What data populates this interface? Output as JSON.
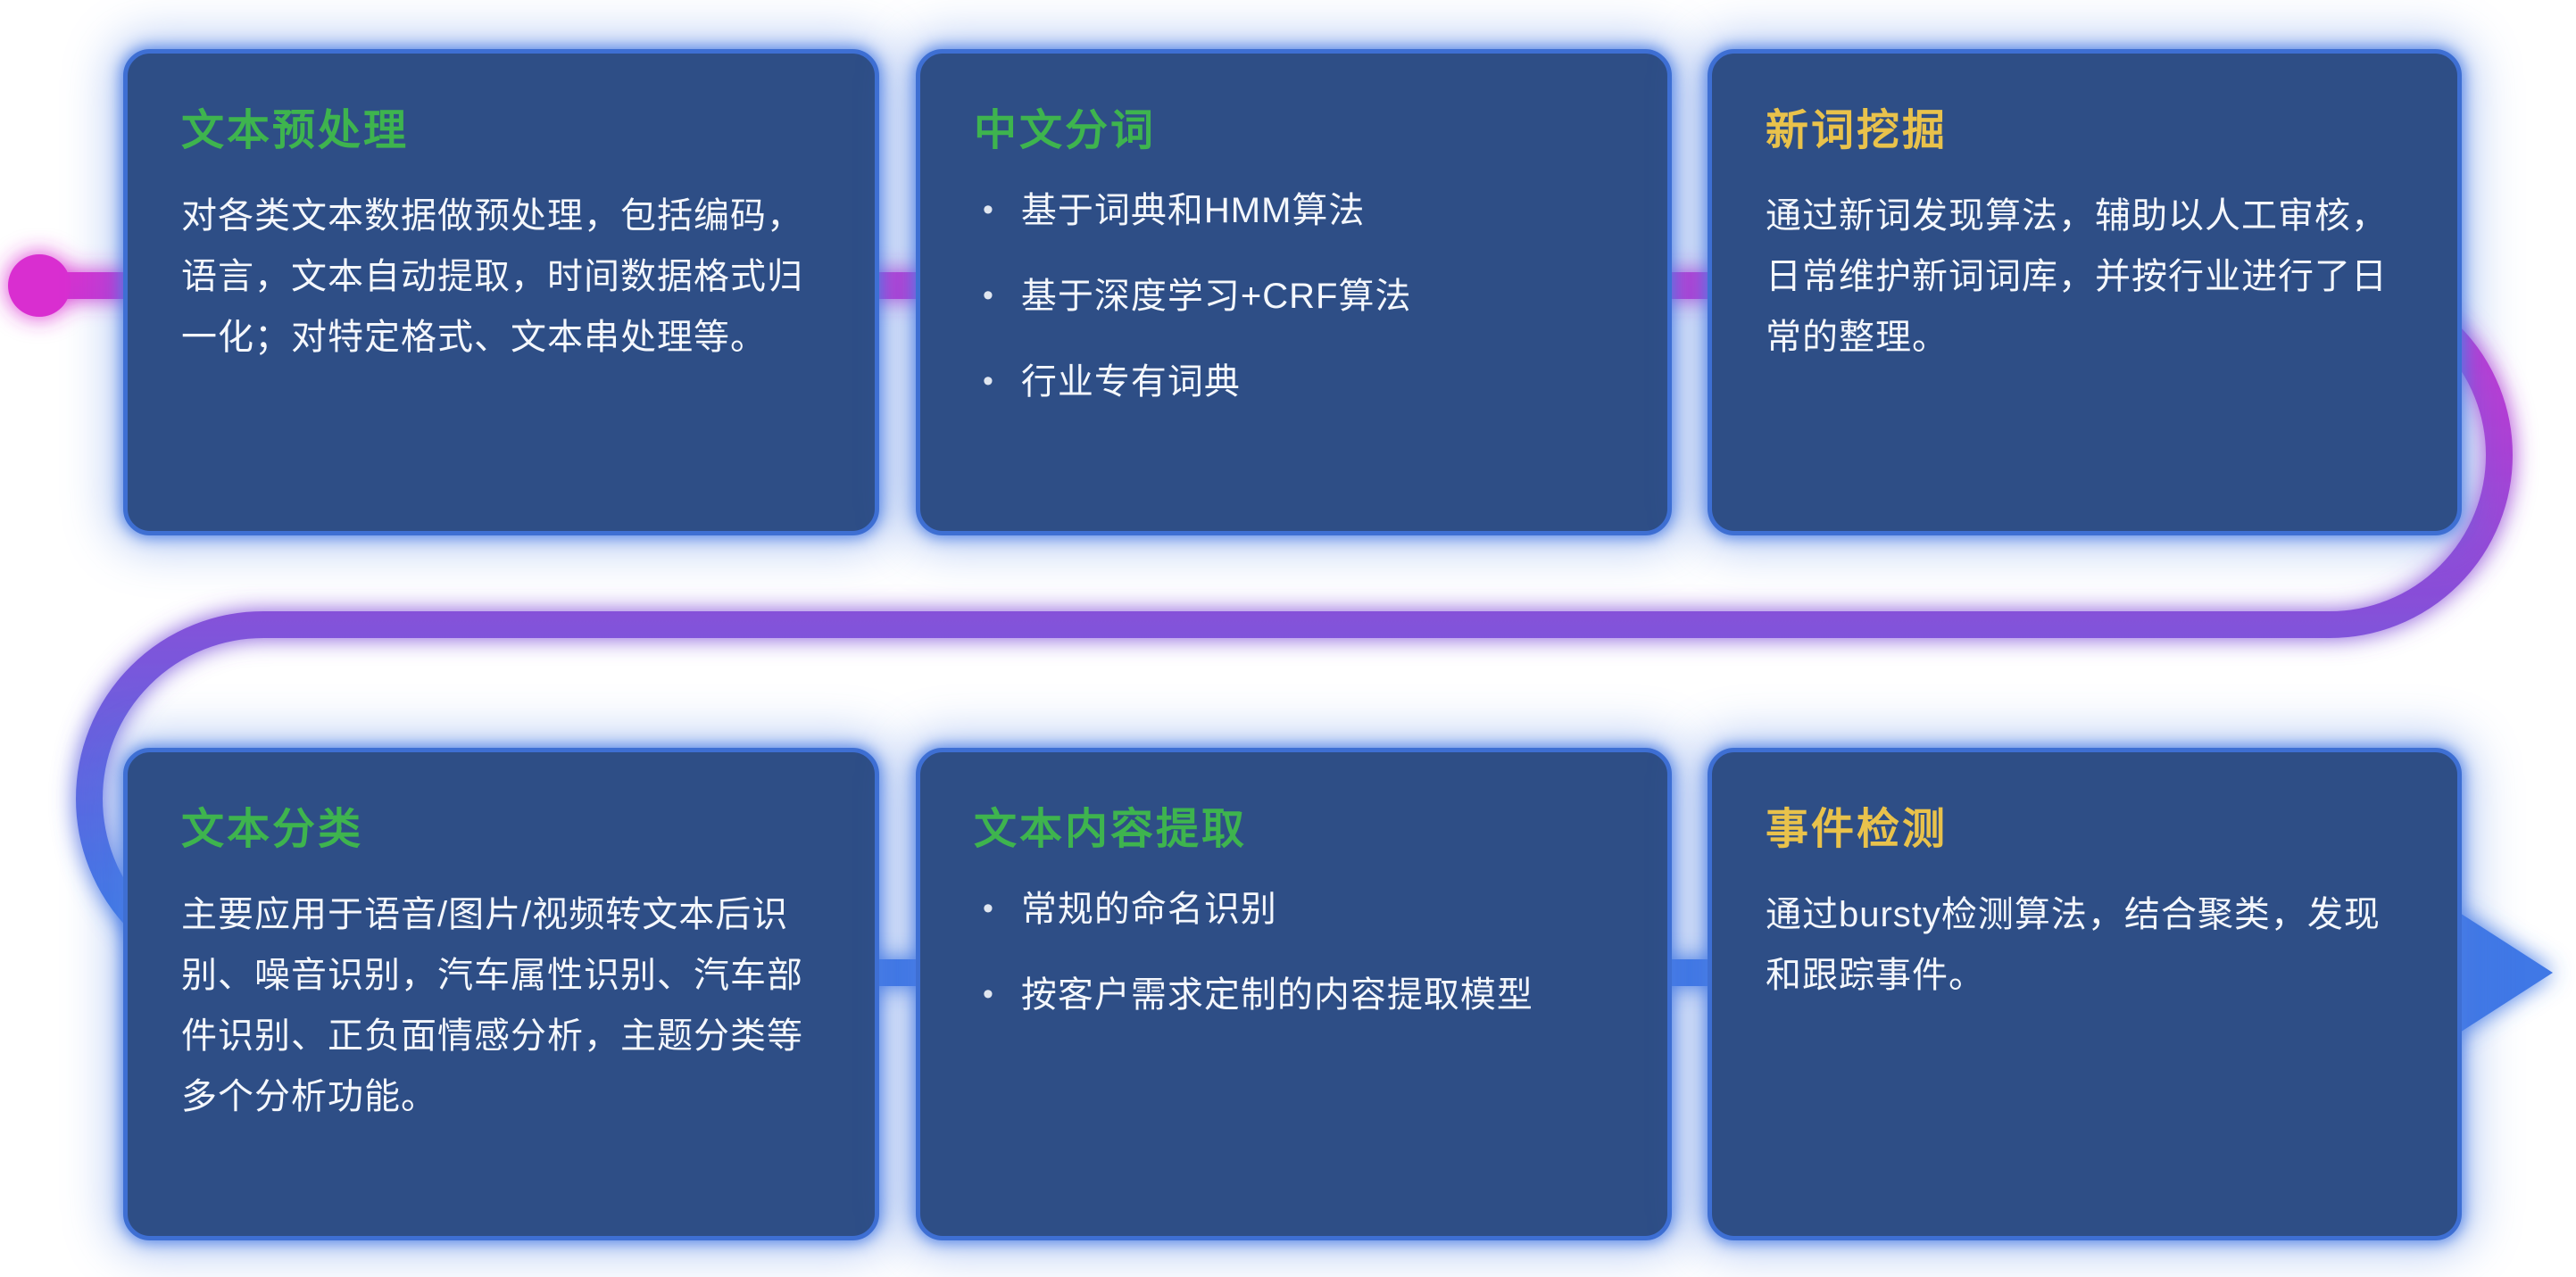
{
  "colors": {
    "card_bg": "#2e4e86",
    "card_border": "#3e6fd3",
    "body_text": "#f4f7fc",
    "title_green": "#3eb44e",
    "title_yellow": "#e9c24b",
    "line_magenta": "#d92fd0",
    "line_purple": "#8a4ed8",
    "line_blue": "#4178e6"
  },
  "glyphs": {
    "bullet": "•"
  },
  "cards": [
    {
      "id": "text-preprocessing",
      "title": "文本预处理",
      "title_color": "#3eb44e",
      "type": "paragraph",
      "body": "对各类文本数据做预处理，包括编码，语言，文本自动提取，时间数据格式归一化；对特定格式、文本串处理等。"
    },
    {
      "id": "chinese-word-segmentation",
      "title": "中文分词",
      "title_color": "#3eb44e",
      "type": "bullets",
      "bullets": [
        "基于词典和HMM算法",
        "基于深度学习+CRF算法",
        "行业专有词典"
      ]
    },
    {
      "id": "new-word-mining",
      "title": "新词挖掘",
      "title_color": "#e9c24b",
      "type": "paragraph",
      "body": "通过新词发现算法，辅助以人工审核，日常维护新词词库，并按行业进行了日常的整理。"
    },
    {
      "id": "text-classification",
      "title": "文本分类",
      "title_color": "#3eb44e",
      "type": "paragraph",
      "body": "主要应用于语音/图片/视频转文本后识别、噪音识别，汽车属性识别、汽车部件识别、正负面情感分析，主题分类等多个分析功能。"
    },
    {
      "id": "text-content-extraction",
      "title": "文本内容提取",
      "title_color": "#3eb44e",
      "type": "bullets",
      "bullets": [
        "常规的命名识别",
        "按客户需求定制的内容提取模型"
      ]
    },
    {
      "id": "event-detection",
      "title": "事件检测",
      "title_color": "#e9c24b",
      "type": "paragraph",
      "body": "通过bursty检测算法，结合聚类，发现和跟踪事件。"
    }
  ]
}
